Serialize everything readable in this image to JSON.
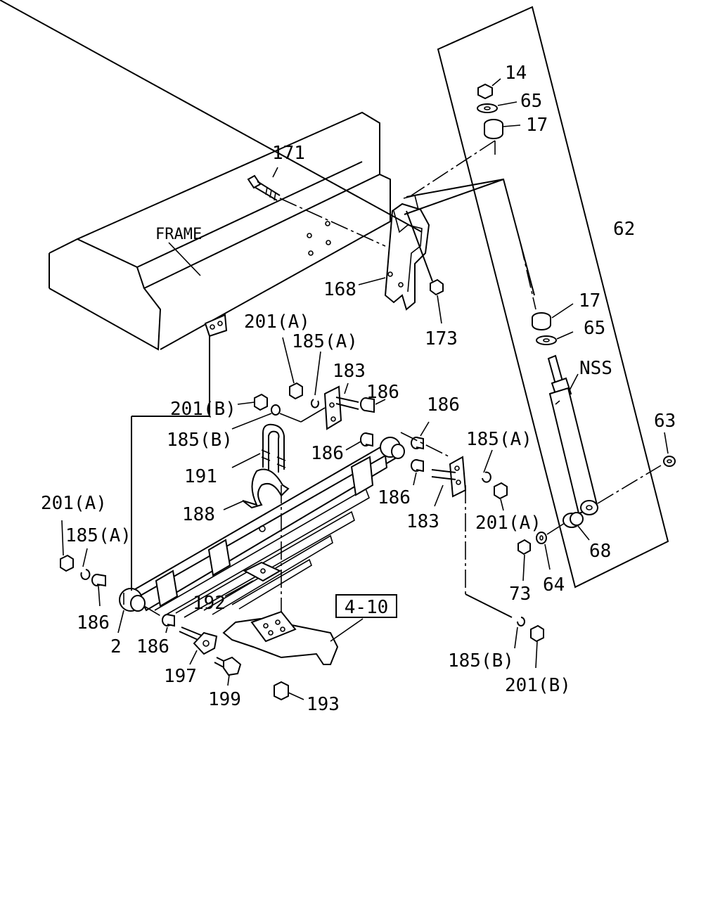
{
  "diagram": {
    "frame_label": "FRAME",
    "ref_box_label": "4-10",
    "labels": {
      "p14": "14",
      "p65_top": "65",
      "p17_top": "17",
      "p171": "171",
      "p62": "62",
      "p168": "168",
      "p173": "173",
      "p17_mid": "17",
      "p65_mid": "65",
      "p201a_top": "201(A)",
      "p185a_top": "185(A)",
      "p183_top": "183",
      "p186_a": "186",
      "p201b_left": "201(B)",
      "p185b_left": "185(B)",
      "p186_b": "186",
      "p186_c": "186",
      "p185a_right": "185(A)",
      "p186_d": "186",
      "p183_bot": "183",
      "p201a_right": "201(A)",
      "p191": "191",
      "p188": "188",
      "p201a_left": "201(A)",
      "p185a_left": "185(A)",
      "p186_e": "186",
      "p2": "2",
      "p186_f": "186",
      "p192": "192",
      "p197": "197",
      "p199": "199",
      "p193": "193",
      "p185b_right": "185(B)",
      "p201b_right": "201(B)",
      "p73": "73",
      "p64": "64",
      "p68": "68",
      "p63": "63",
      "nss": "NSS"
    }
  }
}
